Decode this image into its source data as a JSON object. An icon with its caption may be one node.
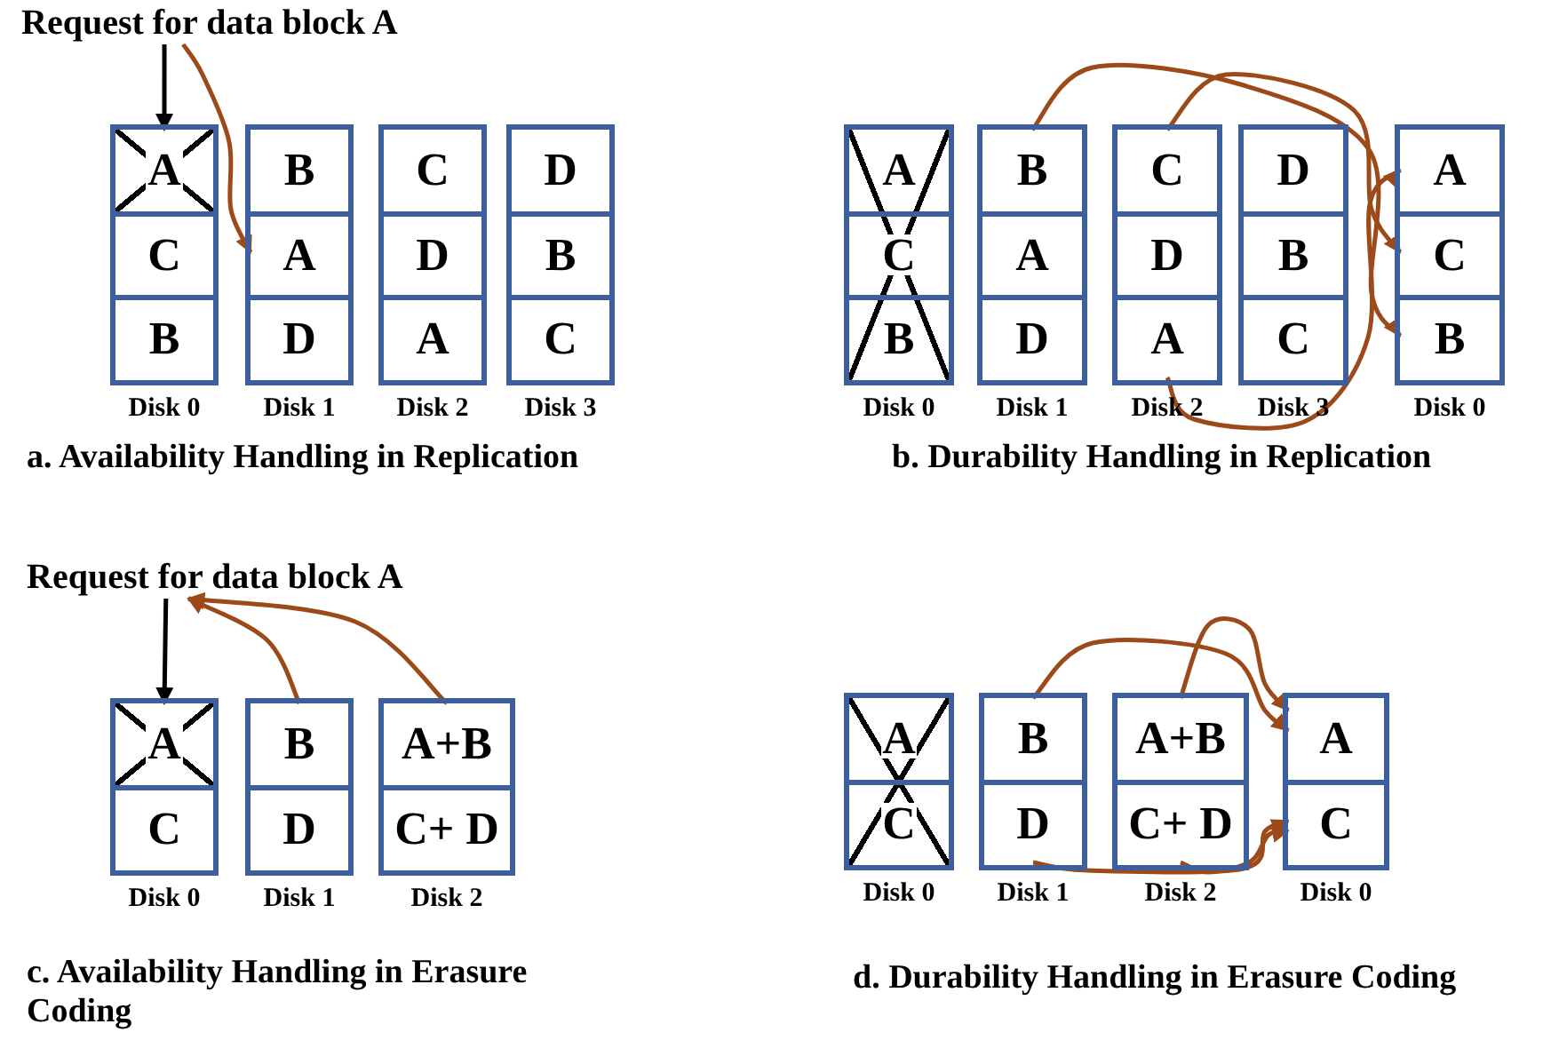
{
  "diagram": {
    "nodes": [
      {
        "text": [
          "Request for data block A"
        ]
      },
      {
        "text": [
          "Disk 0"
        ]
      },
      {
        "text": [
          "A"
        ],
        "in": 1
      },
      {
        "text": [
          "C"
        ],
        "in": 1
      },
      {
        "text": [
          "B"
        ],
        "in": 1
      },
      {
        "text": [
          "Disk 1"
        ]
      },
      {
        "text": [
          "B"
        ],
        "in": 5
      },
      {
        "text": [
          "A"
        ],
        "in": 5
      },
      {
        "text": [
          "D"
        ],
        "in": 5
      },
      {
        "text": [
          "Disk 2"
        ]
      },
      {
        "text": [
          "C"
        ],
        "in": 9
      },
      {
        "text": [
          "D"
        ],
        "in": 9
      },
      {
        "text": [
          "A"
        ],
        "in": 9
      },
      {
        "text": [
          "Disk 3"
        ]
      },
      {
        "text": [
          "D"
        ],
        "in": 13
      },
      {
        "text": [
          "B"
        ],
        "in": 13
      },
      {
        "text": [
          "C"
        ],
        "in": 13
      },
      {
        "text": [
          "Disk 0"
        ]
      },
      {
        "text": [
          "A"
        ],
        "in": 17
      },
      {
        "text": [
          "C"
        ],
        "in": 17
      },
      {
        "text": [
          "B"
        ],
        "in": 17
      },
      {
        "text": [
          "Disk 1"
        ]
      },
      {
        "text": [
          "B"
        ],
        "in": 21
      },
      {
        "text": [
          "A"
        ],
        "in": 21
      },
      {
        "text": [
          "D"
        ],
        "in": 21
      },
      {
        "text": [
          "Disk 2"
        ]
      },
      {
        "text": [
          "C"
        ],
        "in": 25
      },
      {
        "text": [
          "D"
        ],
        "in": 25
      },
      {
        "text": [
          "A"
        ],
        "in": 25
      },
      {
        "text": [
          "Disk 3"
        ]
      },
      {
        "text": [
          "D"
        ],
        "in": 29
      },
      {
        "text": [
          "B"
        ],
        "in": 29
      },
      {
        "text": [
          "C"
        ],
        "in": 29
      },
      {
        "text": [
          "Disk 0"
        ]
      },
      {
        "text": [
          "A"
        ],
        "in": 33
      },
      {
        "text": [
          "C"
        ],
        "in": 33
      },
      {
        "text": [
          "B"
        ],
        "in": 33
      },
      {
        "text": [
          "Request for data block A"
        ]
      },
      {
        "text": [
          "Disk 0"
        ]
      },
      {
        "text": [
          "A"
        ],
        "in": 38
      },
      {
        "text": [
          "C"
        ],
        "in": 38
      },
      {
        "text": [
          "Disk 1"
        ]
      },
      {
        "text": [
          "B"
        ],
        "in": 41
      },
      {
        "text": [
          "D"
        ],
        "in": 41
      },
      {
        "text": [
          "Disk 2"
        ]
      },
      {
        "text": [
          "A+B"
        ],
        "in": 44
      },
      {
        "text": [
          "C+ D"
        ],
        "in": 44
      },
      {
        "text": [
          "Disk 0"
        ]
      },
      {
        "text": [
          "A"
        ],
        "in": 47
      },
      {
        "text": [
          "C"
        ],
        "in": 47
      },
      {
        "text": [
          "Disk 1"
        ]
      },
      {
        "text": [
          "B"
        ],
        "in": 50
      },
      {
        "text": [
          "D"
        ],
        "in": 50
      },
      {
        "text": [
          "Disk 2"
        ]
      },
      {
        "text": [
          "A+B"
        ],
        "in": 53
      },
      {
        "text": [
          "C+ D"
        ],
        "in": 53
      },
      {
        "text": [
          "Disk 0"
        ]
      },
      {
        "text": [
          "A"
        ],
        "in": 56
      },
      {
        "text": [
          "C"
        ],
        "in": 56
      }
    ],
    "edges": [
      {
        "from": 0,
        "to": 2,
        "arrow": "to",
        "color": "#000000"
      },
      {
        "from": 0,
        "to": 7,
        "arrow": "to"
      },
      {
        "from": 22,
        "to": 36,
        "arrow": "to"
      },
      {
        "from": 26,
        "to": 35,
        "arrow": "to"
      },
      {
        "from": 28,
        "to": 34,
        "arrow": "to"
      },
      {
        "from": 37,
        "to": 39,
        "arrow": "to",
        "color": "#000000"
      },
      {
        "from": 42,
        "to": 37,
        "arrow": "to"
      },
      {
        "from": 45,
        "to": 37,
        "arrow": "to"
      },
      {
        "from": 51,
        "to": 57,
        "arrow": "to"
      },
      {
        "from": 54,
        "to": 57,
        "arrow": "to"
      },
      {
        "from": 52,
        "to": 58,
        "arrow": "to"
      },
      {
        "from": 55,
        "to": 58,
        "arrow": "to"
      }
    ],
    "labels": [
      "a. Availability Handling in Replication",
      "b. Durability Handling in Replication",
      "c. Availability Handling in Erasure Coding",
      "d. Durability Handling in Erasure Coding"
    ]
  }
}
